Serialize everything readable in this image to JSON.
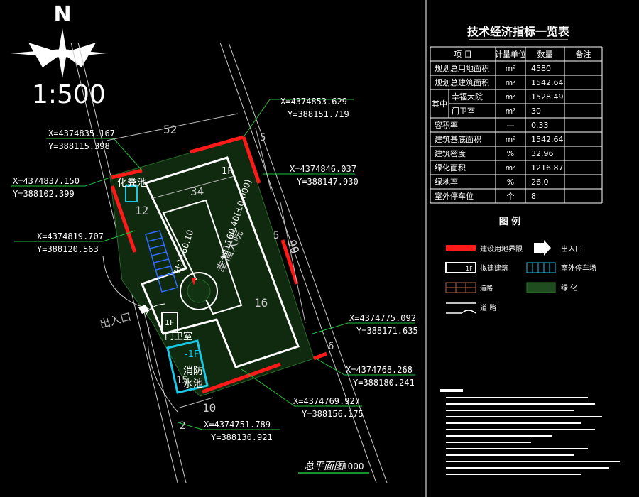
{
  "drawing": {
    "north_label": "N",
    "scale_label": "1:500",
    "plan_title": "总平面图",
    "plan_title_scale": "1000",
    "entrance_label": "出入口",
    "gate_room_label": "门卫室",
    "gate_room_floor": "1F",
    "main_building_floor": "1F",
    "main_building_name": "幸福大院",
    "pool_label_line1": "消防",
    "pool_label_line2": "水池",
    "pool_floor": "-1F",
    "septic_label": "化粪池",
    "elevation_1": "H:1160.10",
    "elevation_2": "H:1160.40(±0.000)",
    "dimensions": {
      "d52": "52",
      "d34": "34",
      "d12": "12",
      "d16": "16",
      "d90": "90",
      "d10": "10",
      "d5a": "5",
      "d5b": "5",
      "d6": "6",
      "d2": "2",
      "d15": "15"
    },
    "coords": [
      {
        "x": "X=4374853.629",
        "y": "Y=388151.719"
      },
      {
        "x": "X=4374835.167",
        "y": "Y=388115.398"
      },
      {
        "x": "X=4374846.037",
        "y": "Y=388147.930"
      },
      {
        "x": "X=4374837.150",
        "y": "Y=388102.399"
      },
      {
        "x": "X=4374819.707",
        "y": "Y=388120.563"
      },
      {
        "x": "X=4374775.092",
        "y": "Y=388171.635"
      },
      {
        "x": "X=4374768.268",
        "y": "Y=388180.241"
      },
      {
        "x": "X=4374769.927",
        "y": "Y=388156.175"
      },
      {
        "x": "X=4374751.789",
        "y": "Y=388130.921"
      }
    ]
  },
  "table": {
    "title": "技术经济指标一览表",
    "headers": [
      "项  目",
      "计量单位",
      "数量",
      "备注"
    ],
    "group_label": "其中",
    "rows": [
      {
        "item": "规划总用地面积",
        "unit": "m²",
        "qty": "4580",
        "note": ""
      },
      {
        "item": "规划总建筑面积",
        "unit": "m²",
        "qty": "1542.64",
        "note": ""
      },
      {
        "item": "幸福大院",
        "unit": "m²",
        "qty": "1528.49",
        "note": ""
      },
      {
        "item": "门卫室",
        "unit": "m²",
        "qty": "30",
        "note": ""
      },
      {
        "item": "容积率",
        "unit": "—",
        "qty": "0.33",
        "note": ""
      },
      {
        "item": "建筑基底面积",
        "unit": "m²",
        "qty": "1542.64",
        "note": ""
      },
      {
        "item": "建筑密度",
        "unit": "%",
        "qty": "32.96",
        "note": ""
      },
      {
        "item": "绿化面积",
        "unit": "m²",
        "qty": "1216.87",
        "note": ""
      },
      {
        "item": "绿地率",
        "unit": "%",
        "qty": "26.0",
        "note": ""
      },
      {
        "item": "室外停车位",
        "unit": "个",
        "qty": "8",
        "note": ""
      }
    ]
  },
  "legend": {
    "title": "图    例",
    "items": [
      {
        "label": "建设用地界限"
      },
      {
        "label": "出入口"
      },
      {
        "label": "拟建建筑"
      },
      {
        "label": "室外停车场"
      },
      {
        "label": "道路"
      },
      {
        "label": "绿  化"
      },
      {
        "label": "道    路"
      }
    ]
  },
  "colors": {
    "background": "#000000",
    "red_line": "#ff1a1a",
    "green_line": "#21c13a",
    "white_line": "#ffffff",
    "cyan": "#19c8e6",
    "blue_hatch": "#2f6bff",
    "gray_text": "#cfcfcf",
    "green_hatch": "#1d4a1d"
  }
}
